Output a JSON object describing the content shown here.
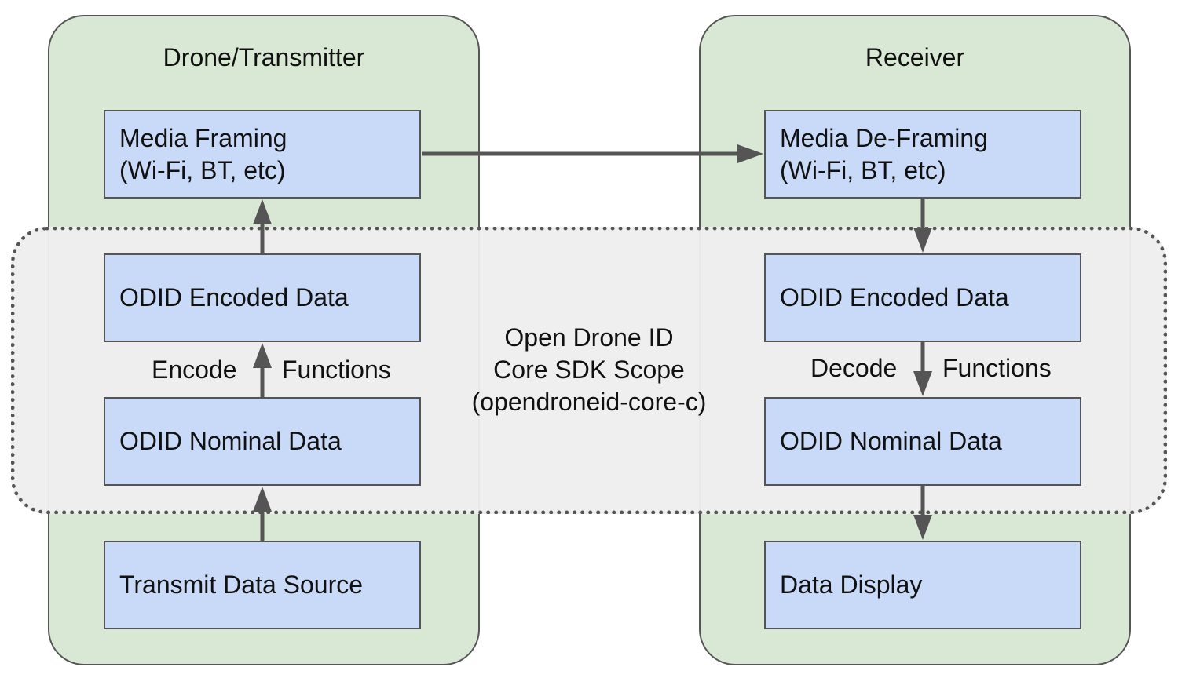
{
  "groups": {
    "transmitter": {
      "title": "Drone/Transmitter"
    },
    "receiver": {
      "title": "Receiver"
    }
  },
  "scope": {
    "lines": [
      "Open Drone ID",
      "Core SDK Scope",
      "(opendroneid-core-c)"
    ]
  },
  "transmitter_boxes": {
    "media_framing": {
      "line1": "Media Framing",
      "line2": "(Wi-Fi, BT, etc)"
    },
    "encoded": {
      "label": "ODID Encoded Data"
    },
    "nominal": {
      "label": "ODID Nominal Data"
    },
    "source": {
      "label": "Transmit Data Source"
    }
  },
  "receiver_boxes": {
    "media_deframing": {
      "line1": "Media De-Framing",
      "line2": "(Wi-Fi, BT, etc)"
    },
    "encoded": {
      "label": "ODID Encoded Data"
    },
    "nominal": {
      "label": "ODID Nominal Data"
    },
    "display": {
      "label": "Data Display"
    }
  },
  "edge_labels": {
    "encode": "Encode",
    "encode_functions": "Functions",
    "decode": "Decode",
    "decode_functions": "Functions"
  },
  "colors": {
    "group_fill": "#d9e8d4",
    "box_fill": "#c9daf8",
    "scope_fill": "#eeeeee",
    "stroke": "#555555"
  }
}
